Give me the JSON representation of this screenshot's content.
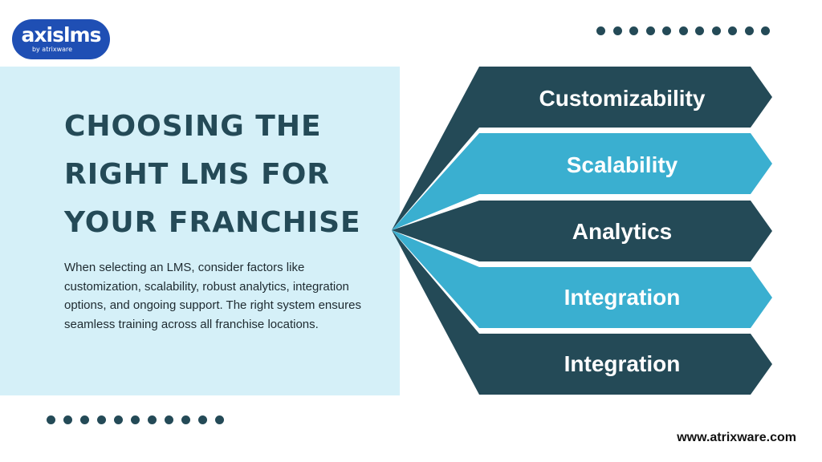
{
  "logo": {
    "name": "axislms",
    "tagline": "by atrixware",
    "color": "#1f4fb4"
  },
  "title": "Choosing the Right LMS for Your Franchise",
  "description": "When selecting an LMS, consider factors like customization, scalability, robust analytics, integration options, and ongoing support. The right system ensures seamless training across all franchise locations.",
  "items": [
    {
      "label": "Customizability",
      "color": "#244a57"
    },
    {
      "label": "Scalability",
      "color": "#3aafd0"
    },
    {
      "label": "Analytics",
      "color": "#244a57"
    },
    {
      "label": "Integration",
      "color": "#3aafd0"
    },
    {
      "label": "Integration",
      "color": "#244a57"
    }
  ],
  "footer": {
    "url": "www.atrixware.com"
  },
  "colors": {
    "dark": "#244a57",
    "light": "#3aafd0",
    "panel": "#d5f0f8"
  }
}
